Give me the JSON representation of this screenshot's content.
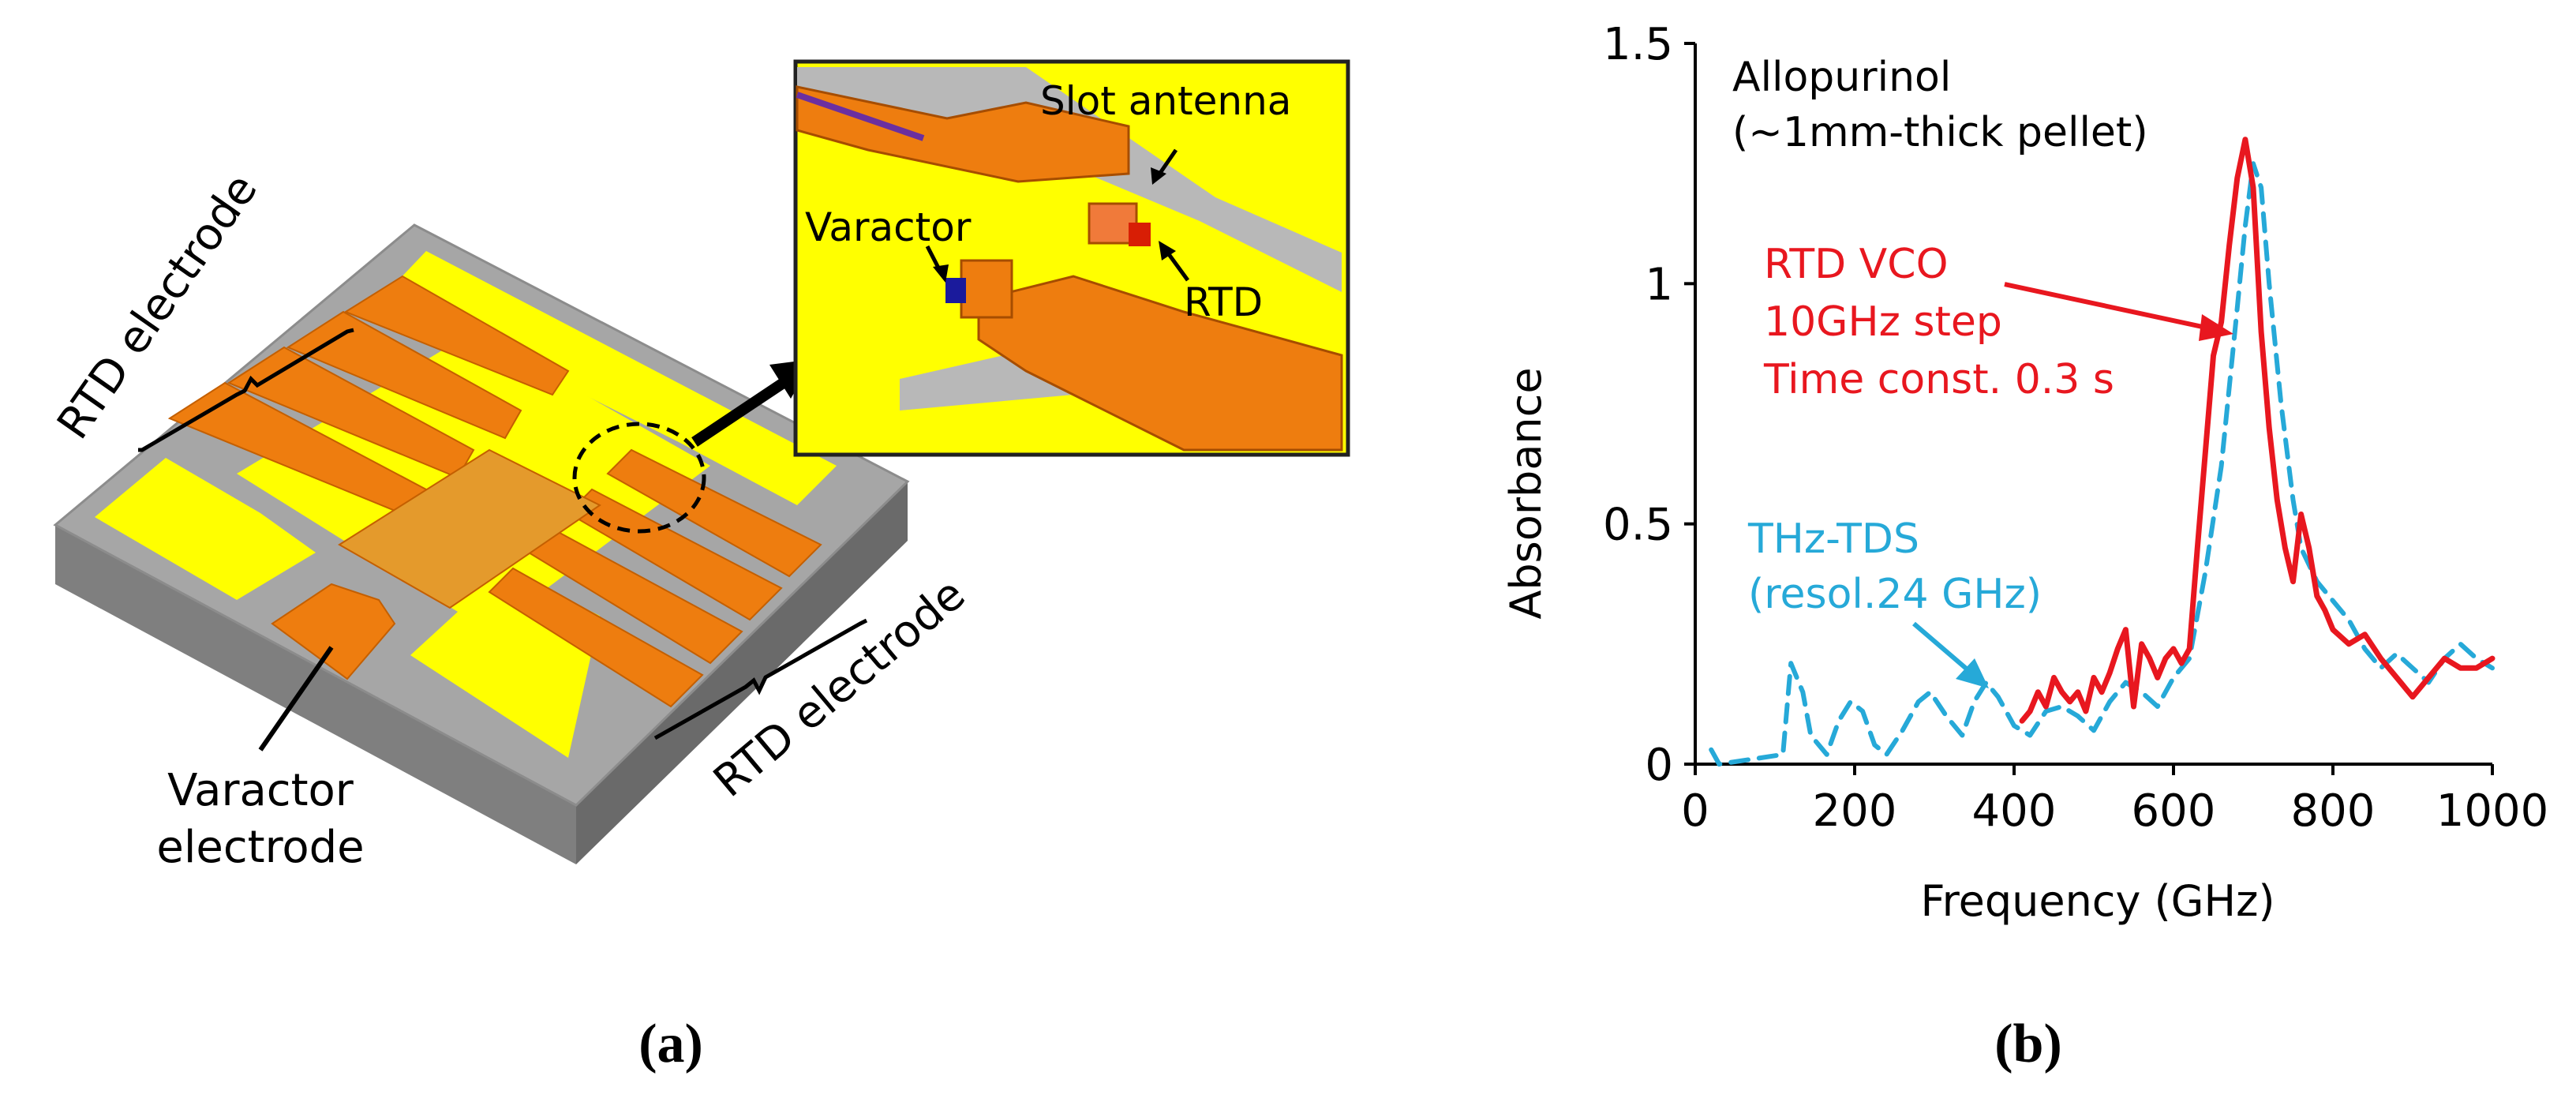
{
  "panel_a": {
    "caption": "(a)",
    "labels": {
      "rtd_electrode_top": "RTD electrode",
      "rtd_electrode_bottom": "RTD electrode",
      "varactor_electrode_line1": "Varactor",
      "varactor_electrode_line2": "electrode",
      "inset_slot_antenna": "Slot antenna",
      "inset_varactor": "Varactor",
      "inset_rtd": "RTD"
    },
    "colors": {
      "substrate": "#a6a6a6",
      "gold": "#ffff00",
      "electrode": "#ee7d0f",
      "rtd": "#d81e05",
      "varactor": "#1a1a9c"
    }
  },
  "panel_b": {
    "caption": "(b)",
    "annotations": {
      "sample_line1": "Allopurinol",
      "sample_line2": "(~1mm-thick pellet)",
      "rtd_line1": "RTD VCO",
      "rtd_line2": "10GHz step",
      "rtd_line3": "Time const. 0.3 s",
      "tds_line1": "THz-TDS",
      "tds_line2": "(resol.24 GHz)"
    }
  },
  "chart_data": {
    "type": "line",
    "title": "",
    "xlabel": "Frequency (GHz)",
    "ylabel": "Absorbance",
    "xlim": [
      0,
      1000
    ],
    "ylim": [
      0,
      1.5
    ],
    "xticks": [
      0,
      200,
      400,
      600,
      800,
      1000
    ],
    "yticks": [
      0,
      0.5,
      1,
      1.5
    ],
    "xtick_labels": [
      "0",
      "200",
      "400",
      "600",
      "800",
      "1000"
    ],
    "ytick_labels": [
      "0",
      "0.5",
      "1",
      "1.5"
    ],
    "grid": false,
    "series": [
      {
        "name": "RTD VCO",
        "color": "#e8171f",
        "dash": "solid",
        "points": [
          [
            410,
            0.09
          ],
          [
            420,
            0.11
          ],
          [
            430,
            0.15
          ],
          [
            440,
            0.12
          ],
          [
            450,
            0.18
          ],
          [
            460,
            0.15
          ],
          [
            470,
            0.13
          ],
          [
            480,
            0.15
          ],
          [
            490,
            0.11
          ],
          [
            500,
            0.18
          ],
          [
            510,
            0.15
          ],
          [
            520,
            0.19
          ],
          [
            530,
            0.24
          ],
          [
            540,
            0.28
          ],
          [
            550,
            0.12
          ],
          [
            560,
            0.25
          ],
          [
            570,
            0.22
          ],
          [
            580,
            0.18
          ],
          [
            590,
            0.22
          ],
          [
            600,
            0.24
          ],
          [
            610,
            0.21
          ],
          [
            620,
            0.24
          ],
          [
            630,
            0.45
          ],
          [
            640,
            0.65
          ],
          [
            650,
            0.85
          ],
          [
            660,
            0.92
          ],
          [
            670,
            1.08
          ],
          [
            680,
            1.22
          ],
          [
            690,
            1.3
          ],
          [
            700,
            1.2
          ],
          [
            710,
            0.9
          ],
          [
            720,
            0.7
          ],
          [
            730,
            0.55
          ],
          [
            740,
            0.45
          ],
          [
            750,
            0.38
          ],
          [
            760,
            0.52
          ],
          [
            770,
            0.45
          ],
          [
            780,
            0.35
          ],
          [
            790,
            0.32
          ],
          [
            800,
            0.28
          ],
          [
            820,
            0.25
          ],
          [
            840,
            0.27
          ],
          [
            860,
            0.22
          ],
          [
            880,
            0.18
          ],
          [
            900,
            0.14
          ],
          [
            920,
            0.18
          ],
          [
            940,
            0.22
          ],
          [
            960,
            0.2
          ],
          [
            980,
            0.2
          ],
          [
            1000,
            0.22
          ]
        ]
      },
      {
        "name": "THz-TDS",
        "color": "#26a9d8",
        "dash": "dashed",
        "points": [
          [
            20,
            0.03
          ],
          [
            30,
            0.0
          ],
          [
            110,
            0.02
          ],
          [
            120,
            0.21
          ],
          [
            135,
            0.15
          ],
          [
            145,
            0.06
          ],
          [
            155,
            0.04
          ],
          [
            165,
            0.02
          ],
          [
            180,
            0.09
          ],
          [
            195,
            0.13
          ],
          [
            210,
            0.11
          ],
          [
            225,
            0.04
          ],
          [
            240,
            0.02
          ],
          [
            260,
            0.07
          ],
          [
            280,
            0.13
          ],
          [
            295,
            0.15
          ],
          [
            315,
            0.1
          ],
          [
            335,
            0.06
          ],
          [
            350,
            0.13
          ],
          [
            365,
            0.17
          ],
          [
            380,
            0.14
          ],
          [
            400,
            0.08
          ],
          [
            420,
            0.06
          ],
          [
            440,
            0.11
          ],
          [
            460,
            0.12
          ],
          [
            480,
            0.1
          ],
          [
            500,
            0.07
          ],
          [
            520,
            0.13
          ],
          [
            540,
            0.17
          ],
          [
            560,
            0.15
          ],
          [
            580,
            0.12
          ],
          [
            600,
            0.18
          ],
          [
            620,
            0.22
          ],
          [
            640,
            0.4
          ],
          [
            660,
            0.62
          ],
          [
            680,
            0.95
          ],
          [
            690,
            1.12
          ],
          [
            700,
            1.25
          ],
          [
            710,
            1.2
          ],
          [
            720,
            1.0
          ],
          [
            735,
            0.75
          ],
          [
            750,
            0.55
          ],
          [
            760,
            0.45
          ],
          [
            780,
            0.38
          ],
          [
            800,
            0.34
          ],
          [
            820,
            0.3
          ],
          [
            840,
            0.24
          ],
          [
            860,
            0.2
          ],
          [
            880,
            0.23
          ],
          [
            900,
            0.2
          ],
          [
            920,
            0.17
          ],
          [
            940,
            0.22
          ],
          [
            960,
            0.25
          ],
          [
            980,
            0.22
          ],
          [
            1000,
            0.2
          ]
        ]
      }
    ]
  }
}
